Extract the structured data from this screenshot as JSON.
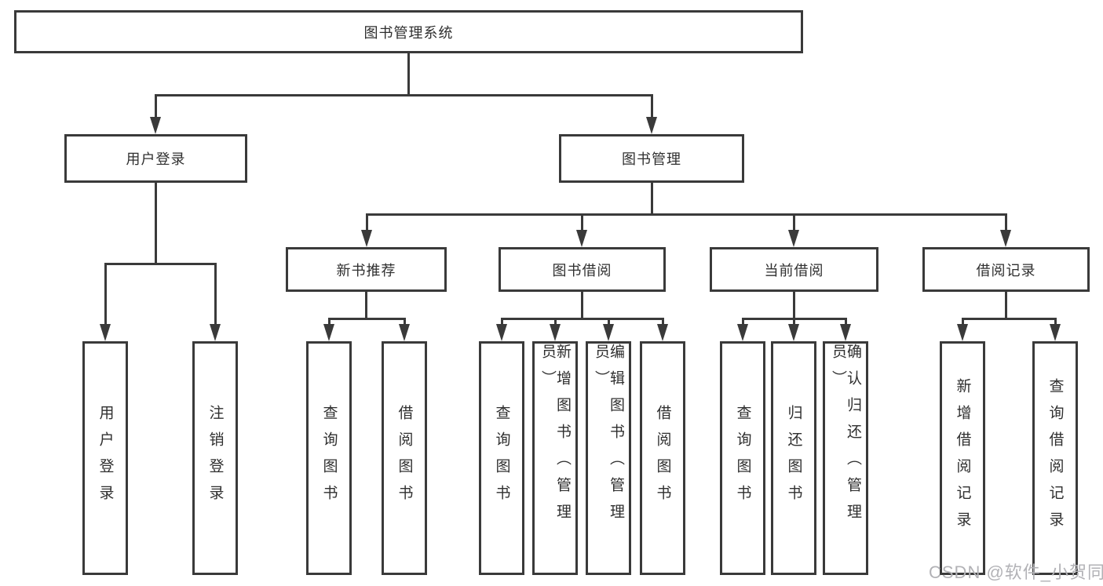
{
  "tree": {
    "label": "图书管理系统",
    "children": [
      {
        "label": "用户登录",
        "children": [
          {
            "label": "用户登录"
          },
          {
            "label": "注销登录"
          }
        ]
      },
      {
        "label": "图书管理",
        "children": [
          {
            "label": "新书推荐",
            "children": [
              {
                "label": "查询图书"
              },
              {
                "label": "借阅图书"
              }
            ]
          },
          {
            "label": "图书借阅",
            "children": [
              {
                "label": "查询图书"
              },
              {
                "label": "新增图书（管理员）"
              },
              {
                "label": "编辑图书（管理员）"
              },
              {
                "label": "借阅图书"
              }
            ]
          },
          {
            "label": "当前借阅",
            "children": [
              {
                "label": "查询图书"
              },
              {
                "label": "归还图书"
              },
              {
                "label": "确认归还（管理员）"
              }
            ]
          },
          {
            "label": "借阅记录",
            "children": [
              {
                "label": "新增借阅记录"
              },
              {
                "label": "查询借阅记录"
              }
            ]
          }
        ]
      }
    ]
  },
  "watermark": {
    "text": "CSDN @软件_小贺同学"
  },
  "colors": {
    "line": "#3a3a3a",
    "text": "#2f2f2f",
    "watermark": "#b2b2b6",
    "background": "#ffffff"
  }
}
